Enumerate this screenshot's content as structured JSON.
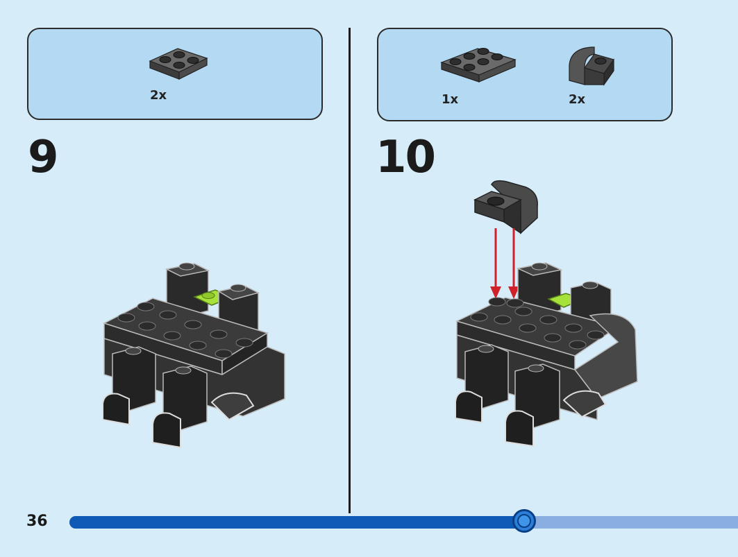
{
  "page": {
    "number": "36",
    "progress": 0.68
  },
  "step9": {
    "number": "9",
    "parts": [
      {
        "name": "2x2 plate",
        "qty": "2x",
        "color": "#555555"
      }
    ]
  },
  "step10": {
    "number": "10",
    "parts": [
      {
        "name": "2x3 plate",
        "qty": "1x",
        "color": "#555555"
      },
      {
        "name": "curved slope brick",
        "qty": "2x",
        "color": "#555555"
      }
    ]
  },
  "colors": {
    "background": "#d6ecf9",
    "parts_box": "#b4d9f3",
    "brick_dark": "#3a3a3a",
    "brick_light": "#555555",
    "lime": "#a6e23a",
    "arrow": "#d0202a",
    "progress_fill": "#0e5ab5",
    "progress_track": "#8aaee0"
  }
}
